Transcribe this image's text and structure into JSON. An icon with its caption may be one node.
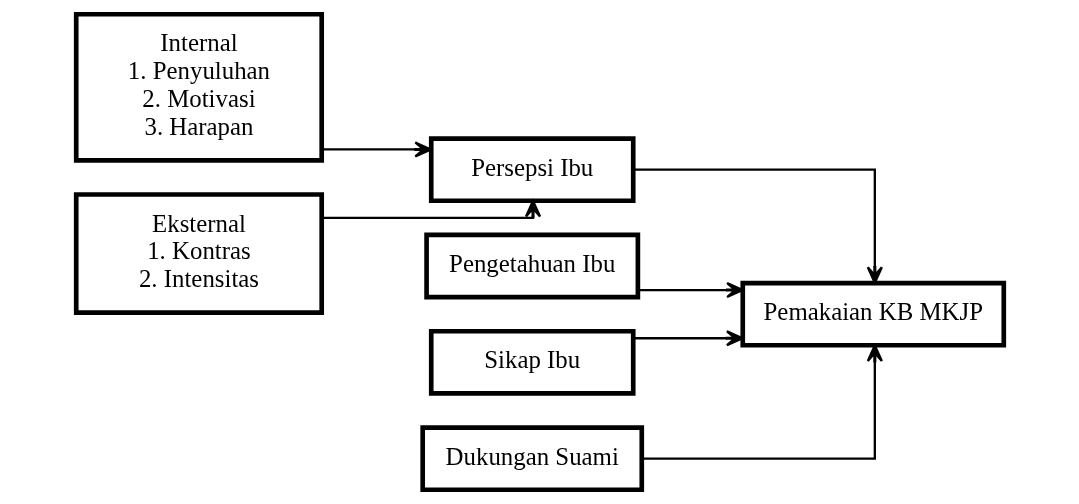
{
  "diagram": {
    "nodes": [
      {
        "text": [
          "Internal",
          "1. Penyuluhan",
          "2. Motivasi",
          "3. Harapan"
        ]
      },
      {
        "text": [
          "Eksternal",
          "1. Kontras",
          "2. Intensitas"
        ]
      },
      {
        "text": [
          "Pengetahuan Ibu"
        ]
      },
      {
        "text": [
          "Persepsi Ibu"
        ]
      },
      {
        "text": [
          "Sikap Ibu"
        ]
      },
      {
        "text": [
          "Dukungan Suami"
        ]
      },
      {
        "text": [
          "Pemakaian KB MKJP"
        ]
      }
    ],
    "edges": [
      {
        "from": 0,
        "to": 3,
        "arrow": "to"
      },
      {
        "from": 1,
        "to": 3,
        "arrow": "to"
      },
      {
        "from": 2,
        "to": 6,
        "arrow": "to"
      },
      {
        "from": 3,
        "to": 6,
        "arrow": "to"
      },
      {
        "from": 4,
        "to": 6,
        "arrow": "to"
      },
      {
        "from": 5,
        "to": 6,
        "arrow": "to"
      }
    ]
  }
}
